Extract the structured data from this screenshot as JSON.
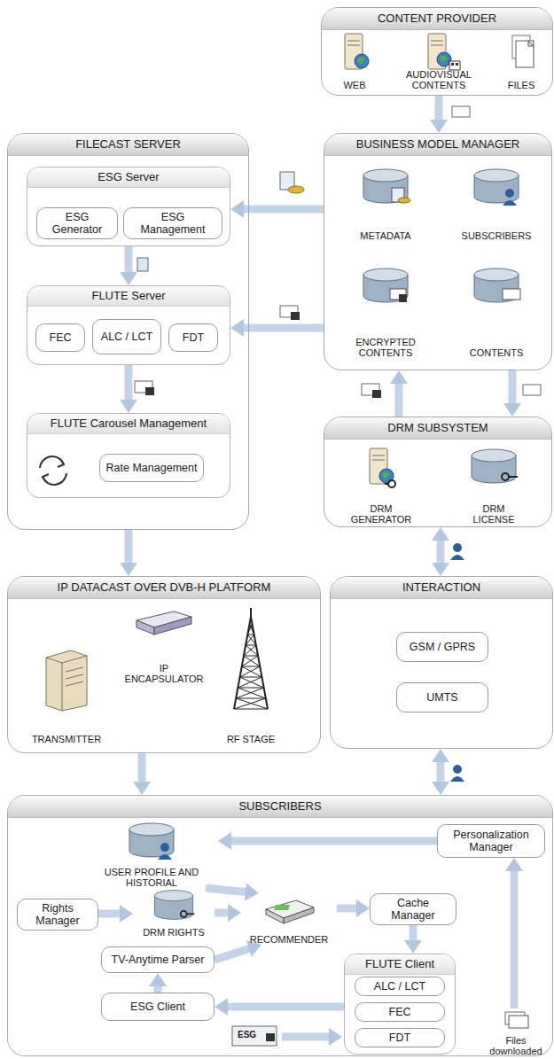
{
  "diagram": {
    "nodes": [
      {
        "text": [
          "CONTENT PROVIDER"
        ]
      },
      {
        "text": [
          "WEB"
        ],
        "in": 0
      },
      {
        "text": [
          "AUDIOVISUAL CONTENTS"
        ],
        "in": 0
      },
      {
        "text": [
          "FILES"
        ],
        "in": 0
      },
      {
        "text": [
          "FILECAST SERVER"
        ]
      },
      {
        "text": [
          "ESG Server"
        ],
        "in": 4
      },
      {
        "text": [
          "ESG Generator"
        ],
        "in": 5
      },
      {
        "text": [
          "ESG Management"
        ],
        "in": 5
      },
      {
        "text": [
          "FLUTE Server"
        ],
        "in": 4
      },
      {
        "text": [
          "FEC"
        ],
        "in": 8
      },
      {
        "text": [
          "ALC / LCT"
        ],
        "in": 8
      },
      {
        "text": [
          "FDT"
        ],
        "in": 8
      },
      {
        "text": [
          "FLUTE Carousel Management"
        ],
        "in": 4
      },
      {
        "text": [
          "Rate Management"
        ],
        "in": 12
      },
      {
        "text": [
          "BUSINESS MODEL MANAGER"
        ]
      },
      {
        "text": [
          "METADATA"
        ],
        "in": 14
      },
      {
        "text": [
          "SUBSCRIBERS"
        ],
        "in": 14
      },
      {
        "text": [
          "ENCRYPTED CONTENTS"
        ],
        "in": 14
      },
      {
        "text": [
          "CONTENTS"
        ],
        "in": 14
      },
      {
        "text": [
          "DRM SUBSYSTEM"
        ]
      },
      {
        "text": [
          "DRM GENERATOR"
        ],
        "in": 19
      },
      {
        "text": [
          "DRM LICENSE"
        ],
        "in": 19
      },
      {
        "text": [
          "IP DATACAST OVER DVB-H PLATFORM"
        ]
      },
      {
        "text": [
          "IP ENCAPSULATOR"
        ],
        "in": 22
      },
      {
        "text": [
          "TRANSMITTER"
        ],
        "in": 22
      },
      {
        "text": [
          "RF STAGE"
        ],
        "in": 22
      },
      {
        "text": [
          "INTERACTION"
        ]
      },
      {
        "text": [
          "GSM / GPRS"
        ],
        "in": 26
      },
      {
        "text": [
          "UMTS"
        ],
        "in": 26
      },
      {
        "text": [
          "SUBSCRIBERS"
        ]
      },
      {
        "text": [
          "USER PROFILE AND HISTORIAL"
        ],
        "in": 29
      },
      {
        "text": [
          "Personalization Manager"
        ],
        "in": 29
      },
      {
        "text": [
          "Rights Manager"
        ],
        "in": 29
      },
      {
        "text": [
          "DRM RIGHTS"
        ],
        "in": 29
      },
      {
        "text": [
          "RECOMMENDER"
        ],
        "in": 29
      },
      {
        "text": [
          "Cache Manager"
        ],
        "in": 29
      },
      {
        "text": [
          "TV-Anytime Parser"
        ],
        "in": 29
      },
      {
        "text": [
          "FLUTE Client"
        ],
        "in": 29
      },
      {
        "text": [
          "ALC / LCT"
        ],
        "in": 37
      },
      {
        "text": [
          "FEC"
        ],
        "in": 37
      },
      {
        "text": [
          "FDT"
        ],
        "in": 37
      },
      {
        "text": [
          "ESG Client"
        ],
        "in": 29
      },
      {
        "text": [
          "Files downloaded"
        ],
        "in": 29
      }
    ],
    "edges": [
      {
        "from": 0,
        "to": 14,
        "arrow": "to"
      },
      {
        "from": 14,
        "to": 5,
        "arrow": "to"
      },
      {
        "from": 14,
        "to": 8,
        "arrow": "to"
      },
      {
        "from": 5,
        "to": 8,
        "arrow": "to"
      },
      {
        "from": 8,
        "to": 12,
        "arrow": "to"
      },
      {
        "from": 4,
        "to": 22,
        "arrow": "to"
      },
      {
        "from": 14,
        "to": 19,
        "arrow": "to"
      },
      {
        "from": 19,
        "to": 14,
        "arrow": "to"
      },
      {
        "from": 19,
        "to": 26,
        "arrow": "both"
      },
      {
        "from": 26,
        "to": 29,
        "arrow": "both"
      },
      {
        "from": 22,
        "to": 29,
        "arrow": "to"
      },
      {
        "from": 31,
        "to": 30,
        "arrow": "to"
      },
      {
        "from": 42,
        "to": 31,
        "arrow": "to"
      },
      {
        "from": 30,
        "to": 34,
        "arrow": "to"
      },
      {
        "from": 32,
        "to": 33,
        "arrow": "to"
      },
      {
        "from": 33,
        "to": 34,
        "arrow": "to"
      },
      {
        "from": 36,
        "to": 34,
        "arrow": "to"
      },
      {
        "from": 41,
        "to": 36,
        "arrow": "to"
      },
      {
        "from": 34,
        "to": 35,
        "arrow": "to"
      },
      {
        "from": 35,
        "to": 37,
        "arrow": "to"
      },
      {
        "from": 37,
        "to": 41,
        "arrow": "to"
      }
    ],
    "labels": [
      "ESG"
    ]
  }
}
